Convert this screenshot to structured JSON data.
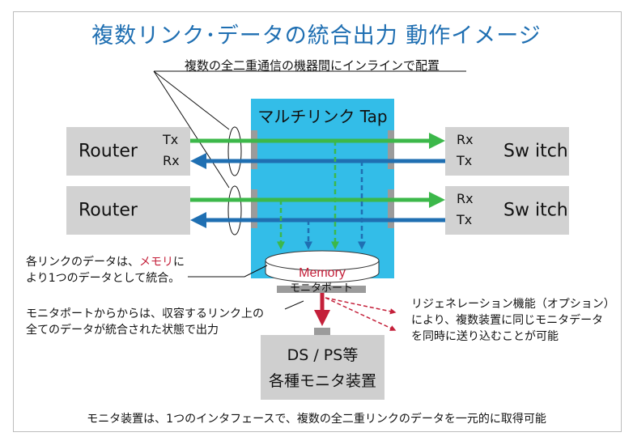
{
  "title": "複数リンク･データの統合出力  動作イメージ",
  "subtitle": "複数の全二重通信の機器間にインラインで配置",
  "tap": {
    "label": "マルチリンク Tap"
  },
  "left_devices": [
    {
      "name": "Router",
      "port_top": "Tx",
      "port_bottom": "Rx"
    },
    {
      "name": "Router"
    }
  ],
  "right_devices": [
    {
      "name": "Sw itch",
      "port_top": "Rx",
      "port_bottom": "Tx"
    },
    {
      "name": "Sw itch",
      "port_top": "Rx",
      "port_bottom": "Tx"
    }
  ],
  "memory": {
    "label": "Memory",
    "monitor_port_label": "モニタポート"
  },
  "notes": {
    "merge_line1_a": "各リンクのデータは、",
    "merge_line1_b": "メモリ",
    "merge_line1_c": "に",
    "merge_line2": "より1つのデータとして統合。",
    "output_line1": "モニタポートからからは、収容するリンク上の",
    "output_line2": "全てのデータが統合された状態で出力",
    "regen_line1": "リジェネレーション機能（オプション）",
    "regen_line2": "により、複数装置に同じモニタデータ",
    "regen_line3": "を同時に送り込むことが可能"
  },
  "monitor_device": {
    "line1": "DS / PS等",
    "line2": "各種モニタ装置"
  },
  "footer": "モニタ装置は、1つのインタフェースで、複数の全二重リンクのデータを一元的に取得可能",
  "colors": {
    "title": "#1f6fb2",
    "tap": "#33bde8",
    "green_arrow": "#3cb84a",
    "blue_arrow": "#1f6fb2",
    "red": "#c4203a",
    "device": "#d2d2d2"
  }
}
